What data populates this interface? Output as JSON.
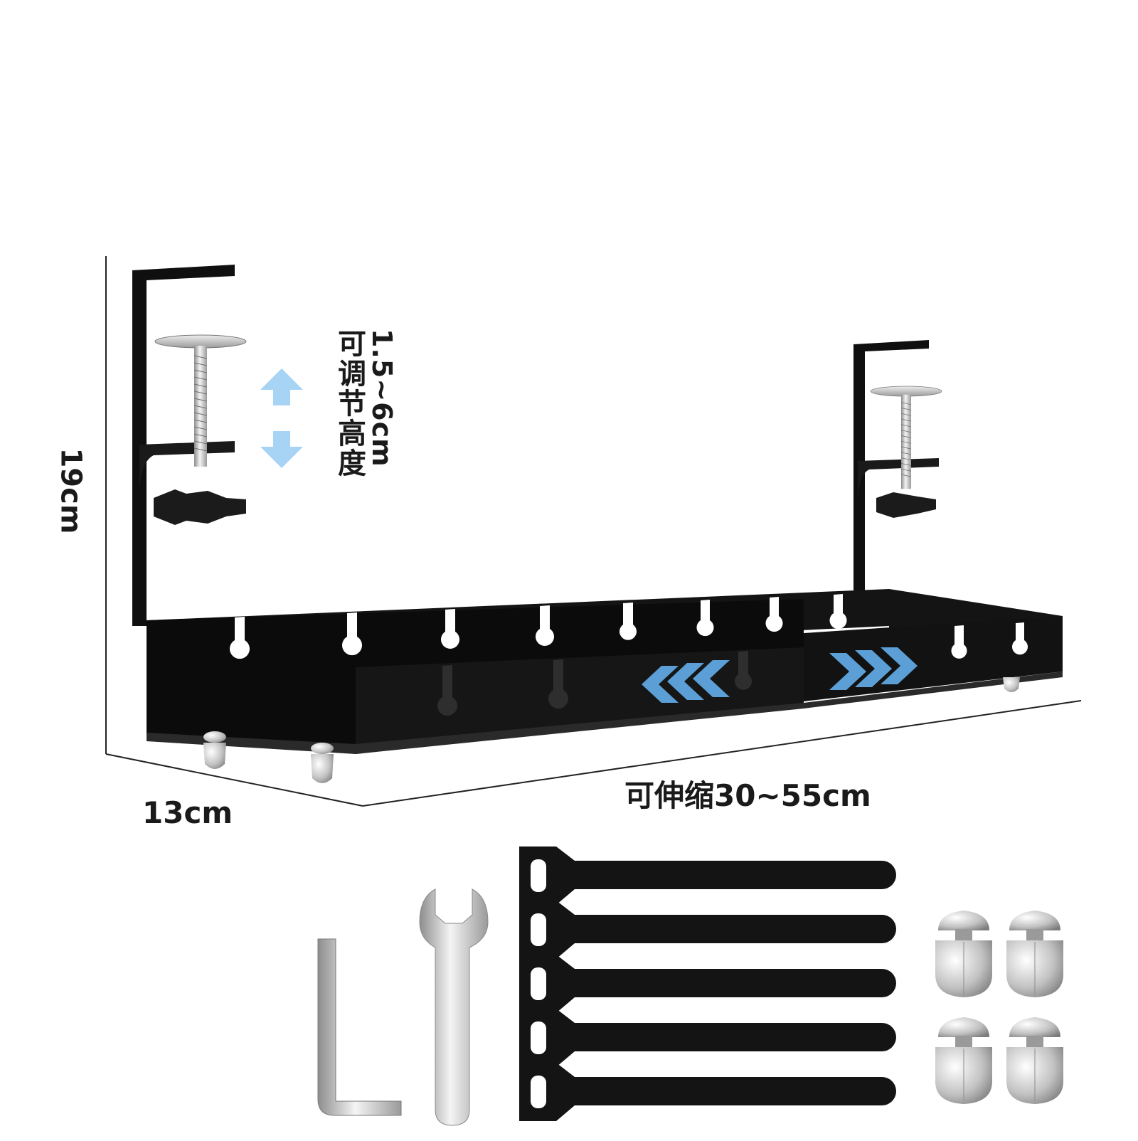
{
  "product": {
    "labels": {
      "height": "19cm",
      "depth": "13cm",
      "length": "可伸缩30~55cm",
      "adjust_range": "1.5~6cm",
      "adjust_text": "可调节高度"
    },
    "accessories": {
      "hex_key_count": 1,
      "wrench_count": 1,
      "velcro_strap_count": 5,
      "bolt_nut_count": 4
    },
    "colors": {
      "tray": "#0e0e0e",
      "arrow_accent": "#5b9fd6",
      "up_down_arrow": "#a7d3f5",
      "metal": "#c8c8c8",
      "dimension_line": "#222222"
    },
    "icons": [
      "clamp-screw-icon",
      "expand-arrow-icon",
      "up-arrow-icon",
      "down-arrow-icon"
    ]
  }
}
